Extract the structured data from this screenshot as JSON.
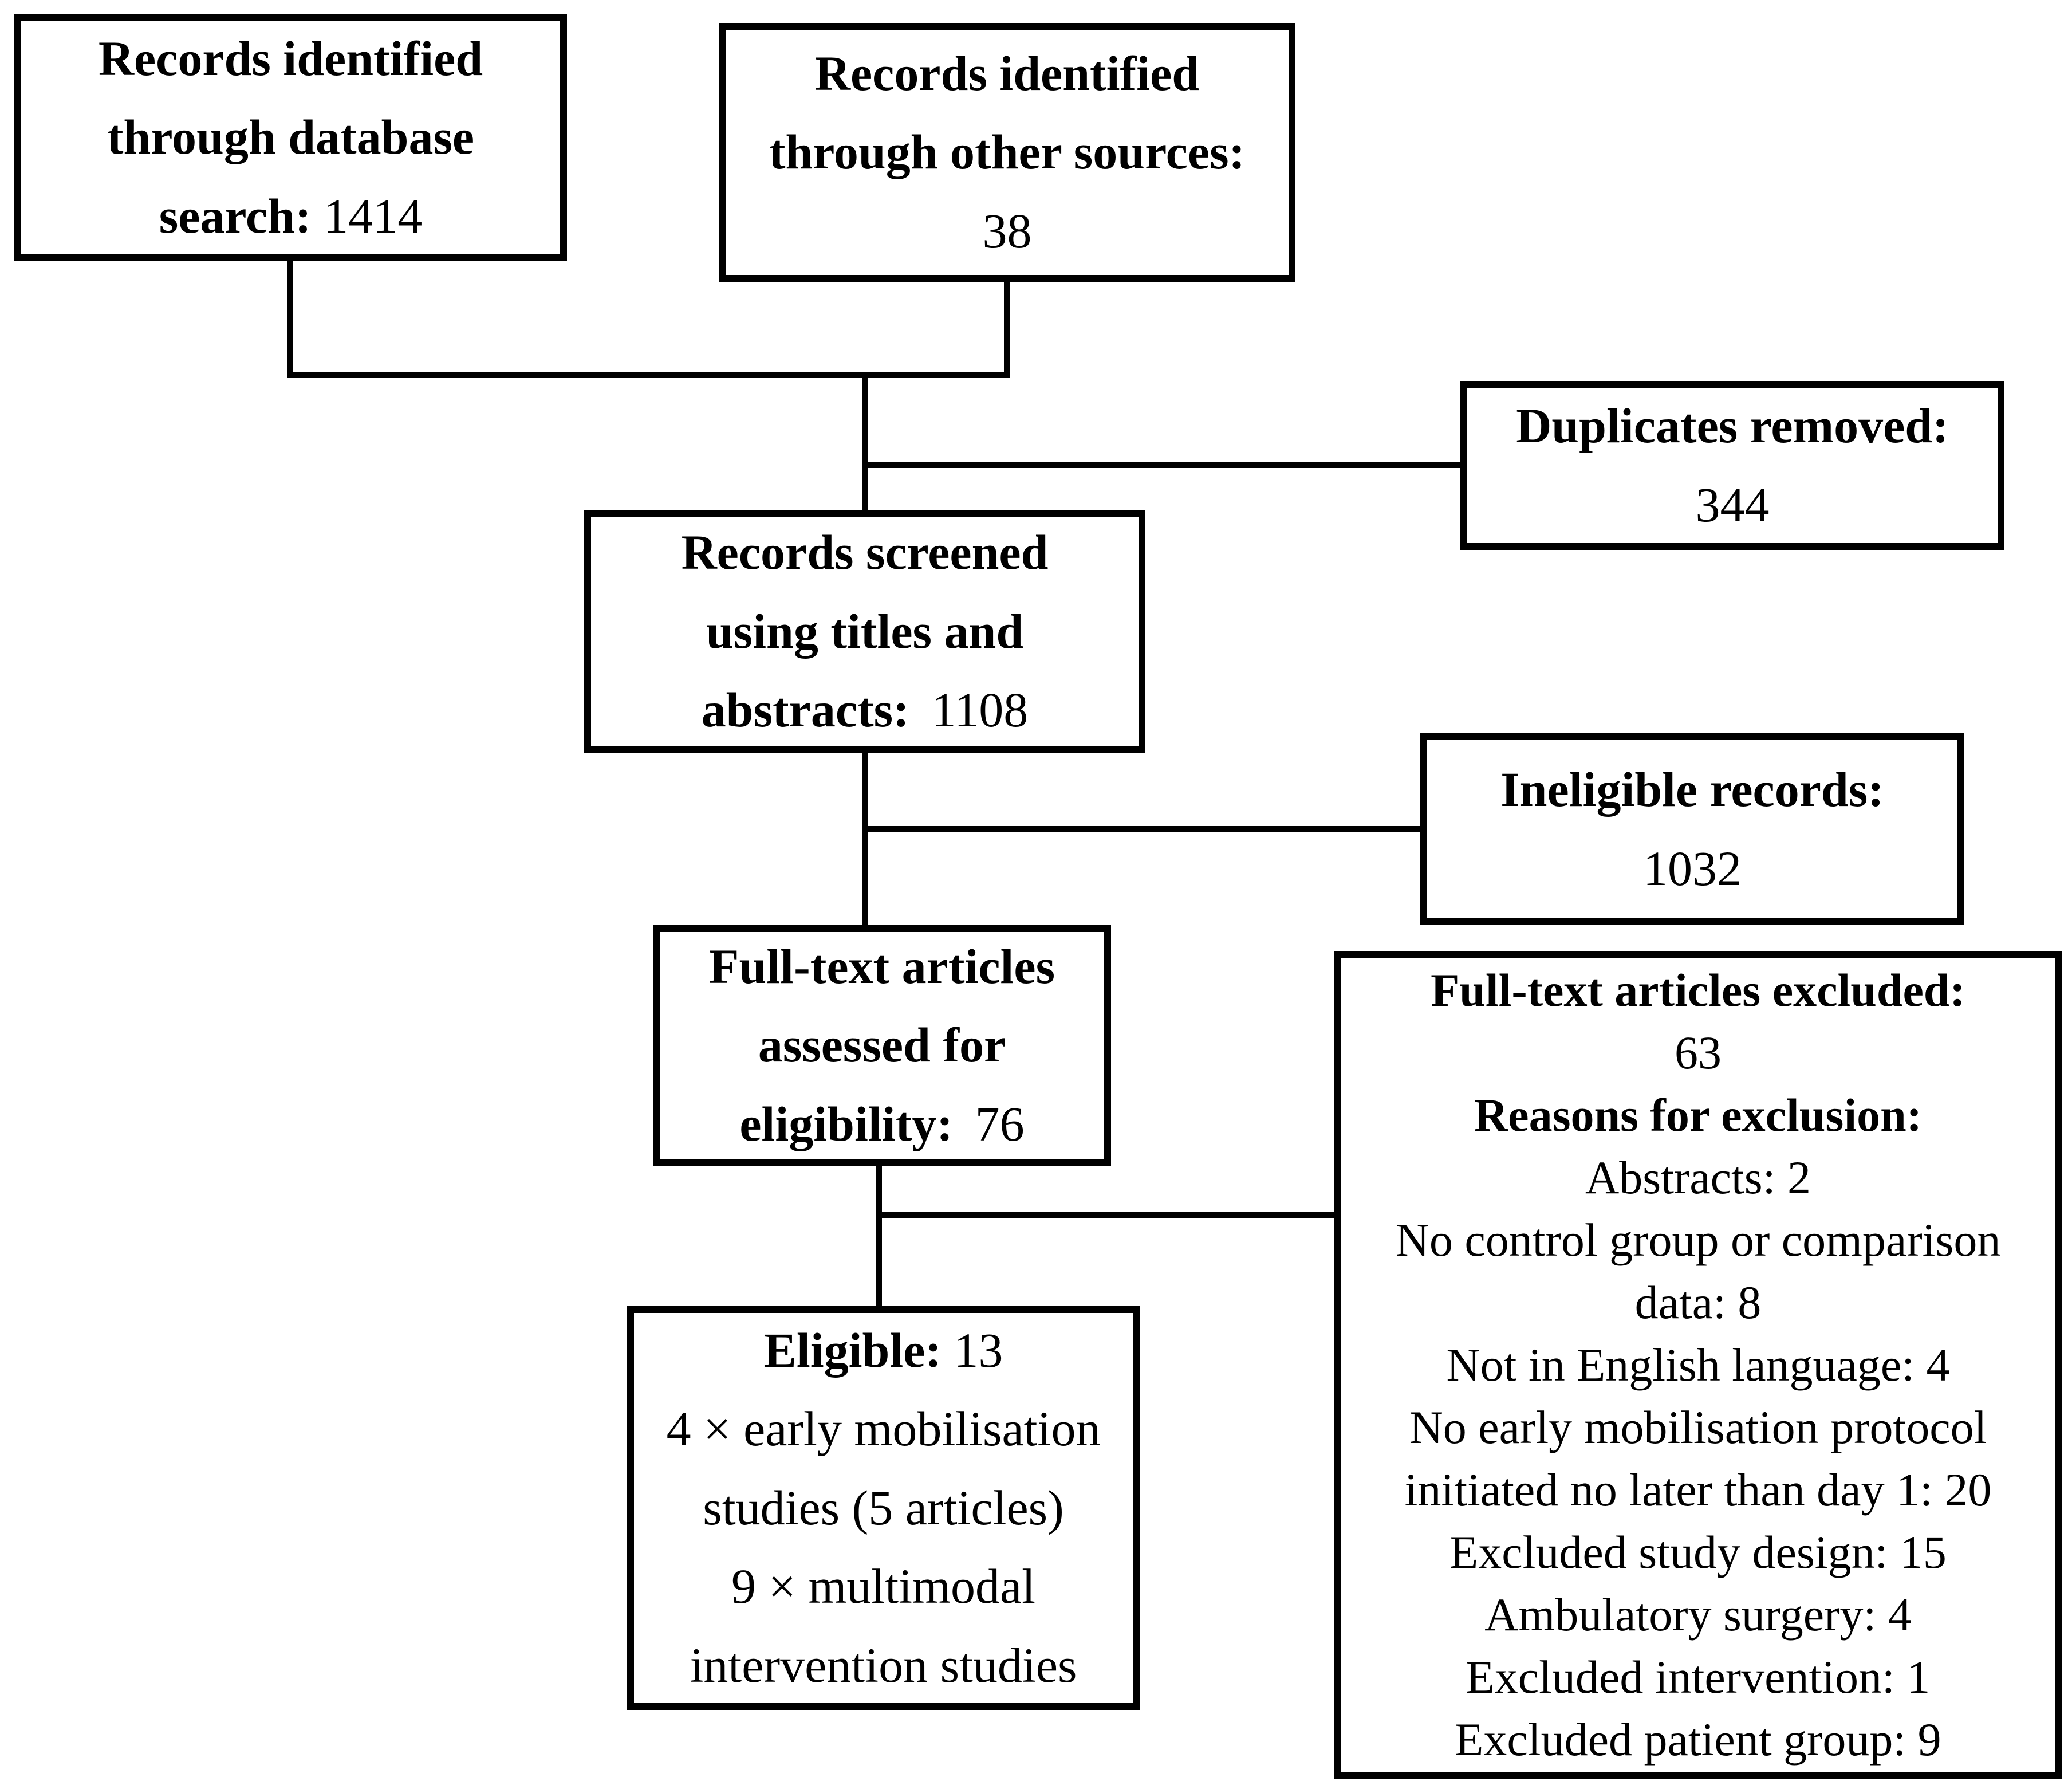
{
  "colors": {
    "ink": "#000000",
    "background": "#ffffff"
  },
  "boxes": {
    "records_db": {
      "line1": "Records identified",
      "line2": "through database",
      "label": "search:",
      "value": "1414"
    },
    "records_other": {
      "line1": "Records identified",
      "line2": "through other sources:",
      "value": "38"
    },
    "duplicates": {
      "label": "Duplicates removed:",
      "value": "344"
    },
    "screened": {
      "line1": "Records screened",
      "line2": "using titles and",
      "label": "abstracts:",
      "value": "1108"
    },
    "ineligible": {
      "label": "Ineligible records:",
      "value": "1032"
    },
    "fulltext": {
      "line1": "Full-text articles",
      "line2": "assessed for",
      "label": "eligibility:",
      "value": "76"
    },
    "excluded": {
      "title": "Full-text articles excluded:",
      "count": "63",
      "reasons_header": "Reasons for exclusion:",
      "reasons": [
        "Abstracts: 2",
        "No control group or comparison data: 8",
        "Not in English language: 4",
        "No early mobilisation protocol initiated no later than day 1: 20",
        "Excluded study design: 15",
        "Ambulatory surgery: 4",
        "Excluded intervention: 1",
        "Excluded patient group: 9"
      ]
    },
    "eligible": {
      "label": "Eligible:",
      "value": "13",
      "detail1": "4 × early mobilisation studies (5 articles)",
      "detail2": "9 × multimodal intervention studies"
    }
  }
}
